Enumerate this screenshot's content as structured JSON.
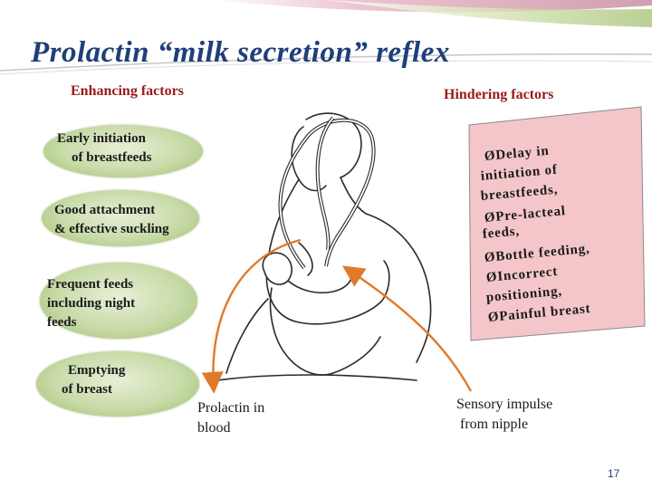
{
  "title": "Prolactin “milk secretion” reflex",
  "enhancing": {
    "heading": "Enhancing factors",
    "items": [
      {
        "line1": "Early initiation",
        "line2": "of breastfeeds",
        "line3": ""
      },
      {
        "line1": "Good attachment",
        "line2": "& effective suckling",
        "line3": ""
      },
      {
        "line1": "Frequent feeds",
        "line2": "including night",
        "line3": "feeds"
      },
      {
        "line1": "Emptying",
        "line2": "of breast",
        "line3": ""
      }
    ]
  },
  "hindering": {
    "heading": "Hindering factors",
    "lines": [
      "ØDelay in",
      "initiation of",
      "breastfeeds,",
      "ØPre-lacteal",
      "feeds,",
      "ØBottle feeding,",
      "ØIncorrect",
      "positioning,",
      "ØPainful breast"
    ]
  },
  "labels": {
    "prolactin": [
      "Prolactin in",
      "blood"
    ],
    "sensory": [
      "Sensory impulse",
      "from nipple"
    ]
  },
  "page_number": "17",
  "colors": {
    "title": "#1f3f7a",
    "heading": "#9a1a1a",
    "arrow": "#e07a2a",
    "oval_fill": "#c8dba8",
    "box_fill": "#f4c6c9"
  },
  "icons": [
    "mother-breastfeeding-illustration",
    "decorative-swoosh"
  ]
}
